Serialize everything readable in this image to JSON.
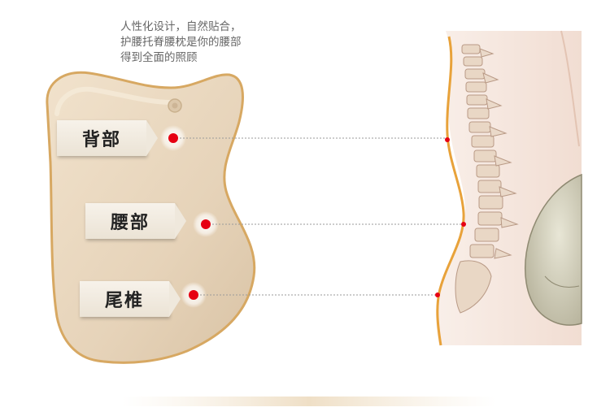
{
  "caption": {
    "lines": [
      "人性化设计，自然贴合，",
      "护腰托脊腰枕是你的腰部",
      "得到全面的照顾"
    ]
  },
  "labels": {
    "back": "背部",
    "lumbar": "腰部",
    "tailbone": "尾椎"
  },
  "colors": {
    "pillow": "#ead9c1",
    "pillow_edge": "#d9a55a",
    "marker": "#e60012",
    "spine_line": "#e8a23a",
    "bone": "#e9d7c5",
    "skin": "#f4e6dd"
  }
}
